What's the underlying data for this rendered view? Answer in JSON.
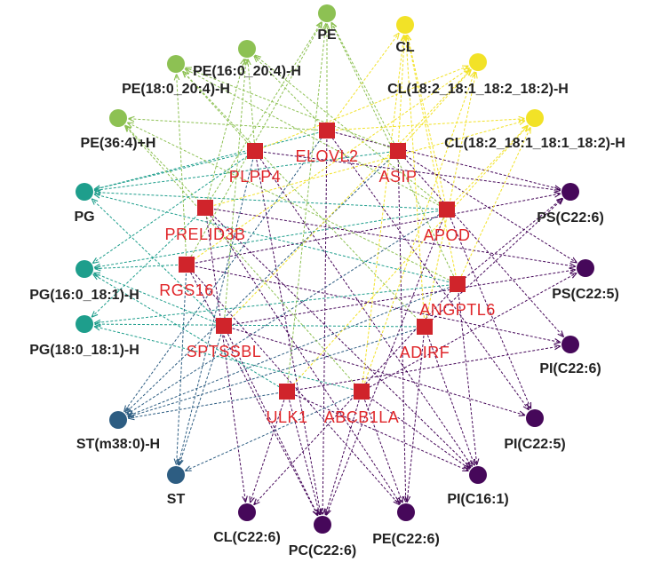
{
  "colors": {
    "background": "#ffffff",
    "gene_fill": "#d0242b",
    "gene_label": "#e0262a",
    "lipid_label": "#222222"
  },
  "genes": [
    {
      "id": "ELOVL2",
      "label": "ELOVL2"
    },
    {
      "id": "PLPP4",
      "label": "PLPP4"
    },
    {
      "id": "ASIP",
      "label": "ASIP"
    },
    {
      "id": "PRELID3B",
      "label": "PRELID3B"
    },
    {
      "id": "APOD",
      "label": "APOD"
    },
    {
      "id": "RGS16",
      "label": "RGS16"
    },
    {
      "id": "ANGPTL6",
      "label": "ANGPTL6"
    },
    {
      "id": "SPTSSBL",
      "label": "SPTSSBL"
    },
    {
      "id": "ADIRF",
      "label": "ADIRF"
    },
    {
      "id": "ULK1",
      "label": "ULK1"
    },
    {
      "id": "ABCB1LA",
      "label": "ABCB1LA"
    }
  ],
  "lipids": [
    {
      "id": "PE",
      "label": "PE",
      "color": "#8dc153"
    },
    {
      "id": "PE_16_0_20_4",
      "label": "PE(16:0_20:4)-H",
      "color": "#8dc153"
    },
    {
      "id": "PE_18_0_20_4",
      "label": "PE(18:0_20:4)-H",
      "color": "#8dc153"
    },
    {
      "id": "PE_36_4",
      "label": "PE(36:4)+H",
      "color": "#8dc153"
    },
    {
      "id": "CL",
      "label": "CL",
      "color": "#f2e227"
    },
    {
      "id": "CL_18_2_a",
      "label": "CL(18:2_18:1_18:2_18:2)-H",
      "color": "#f2e227"
    },
    {
      "id": "CL_18_2_b",
      "label": "CL(18:2_18:1_18:1_18:2)-H",
      "color": "#f2e227"
    },
    {
      "id": "PG",
      "label": "PG",
      "color": "#1e9e8c"
    },
    {
      "id": "PG_16_0_18_1",
      "label": "PG(16:0_18:1)-H",
      "color": "#1e9e8c"
    },
    {
      "id": "PG_18_0_18_1",
      "label": "PG(18:0_18:1)-H",
      "color": "#1e9e8c"
    },
    {
      "id": "ST_m38_0",
      "label": "ST(m38:0)-H",
      "color": "#2d5d82"
    },
    {
      "id": "ST",
      "label": "ST",
      "color": "#2d5d82"
    },
    {
      "id": "CL_C22_6",
      "label": "CL(C22:6)",
      "color": "#46085a"
    },
    {
      "id": "PC_C22_6",
      "label": "PC(C22:6)",
      "color": "#46085a"
    },
    {
      "id": "PE_C22_6",
      "label": "PE(C22:6)",
      "color": "#46085a"
    },
    {
      "id": "PI_C16_1",
      "label": "PI(C16:1)",
      "color": "#46085a"
    },
    {
      "id": "PI_C22_5",
      "label": "PI(C22:5)",
      "color": "#46085a"
    },
    {
      "id": "PI_C22_6",
      "label": "PI(C22:6)",
      "color": "#46085a"
    },
    {
      "id": "PS_C22_5",
      "label": "PS(C22:5)",
      "color": "#46085a"
    },
    {
      "id": "PS_C22_6",
      "label": "PS(C22:6)",
      "color": "#46085a"
    }
  ],
  "edges": [
    [
      "ELOVL2",
      "PE"
    ],
    [
      "ELOVL2",
      "PE_16_0_20_4"
    ],
    [
      "ELOVL2",
      "PE_36_4"
    ],
    [
      "ELOVL2",
      "CL"
    ],
    [
      "ELOVL2",
      "CL_18_2_b"
    ],
    [
      "ELOVL2",
      "PG"
    ],
    [
      "ELOVL2",
      "ST_m38_0"
    ],
    [
      "ELOVL2",
      "PS_C22_6"
    ],
    [
      "ELOVL2",
      "PI_C22_5"
    ],
    [
      "ELOVL2",
      "PC_C22_6"
    ],
    [
      "PLPP4",
      "PE_16_0_20_4"
    ],
    [
      "PLPP4",
      "PE_18_0_20_4"
    ],
    [
      "PLPP4",
      "CL_18_2_a"
    ],
    [
      "PLPP4",
      "PG"
    ],
    [
      "PLPP4",
      "PG_16_0_18_1"
    ],
    [
      "PLPP4",
      "PS_C22_6"
    ],
    [
      "PLPP4",
      "PI_C16_1"
    ],
    [
      "PLPP4",
      "PC_C22_6"
    ],
    [
      "PLPP4",
      "ST"
    ],
    [
      "ASIP",
      "PE"
    ],
    [
      "ASIP",
      "PE_18_0_20_4"
    ],
    [
      "ASIP",
      "CL"
    ],
    [
      "ASIP",
      "CL_18_2_a"
    ],
    [
      "ASIP",
      "PG"
    ],
    [
      "ASIP",
      "PS_C22_5"
    ],
    [
      "ASIP",
      "PI_C22_6"
    ],
    [
      "ASIP",
      "PE_C22_6"
    ],
    [
      "ASIP",
      "ST_m38_0"
    ],
    [
      "PRELID3B",
      "PE"
    ],
    [
      "PRELID3B",
      "PE_16_0_20_4"
    ],
    [
      "PRELID3B",
      "PE_36_4"
    ],
    [
      "PRELID3B",
      "CL_18_2_b"
    ],
    [
      "PRELID3B",
      "PG_18_0_18_1"
    ],
    [
      "PRELID3B",
      "PS_C22_5"
    ],
    [
      "PRELID3B",
      "PI_C16_1"
    ],
    [
      "PRELID3B",
      "PE_C22_6"
    ],
    [
      "PRELID3B",
      "CL_C22_6"
    ],
    [
      "APOD",
      "PE_16_0_20_4"
    ],
    [
      "APOD",
      "PE_18_0_20_4"
    ],
    [
      "APOD",
      "CL"
    ],
    [
      "APOD",
      "CL_18_2_b"
    ],
    [
      "APOD",
      "PG"
    ],
    [
      "APOD",
      "PG_16_0_18_1"
    ],
    [
      "APOD",
      "PI_C22_5"
    ],
    [
      "APOD",
      "PC_C22_6"
    ],
    [
      "APOD",
      "ST_m38_0"
    ],
    [
      "RGS16",
      "PE"
    ],
    [
      "RGS16",
      "PE_18_0_20_4"
    ],
    [
      "RGS16",
      "CL_18_2_a"
    ],
    [
      "RGS16",
      "PG_16_0_18_1"
    ],
    [
      "RGS16",
      "PS_C22_6"
    ],
    [
      "RGS16",
      "PI_C22_6"
    ],
    [
      "RGS16",
      "PC_C22_6"
    ],
    [
      "RGS16",
      "ST"
    ],
    [
      "RGS16",
      "PE_C22_6"
    ],
    [
      "ANGPTL6",
      "PE"
    ],
    [
      "ANGPTL6",
      "PE_36_4"
    ],
    [
      "ANGPTL6",
      "CL"
    ],
    [
      "ANGPTL6",
      "CL_18_2_b"
    ],
    [
      "ANGPTL6",
      "PG"
    ],
    [
      "ANGPTL6",
      "PG_18_0_18_1"
    ],
    [
      "ANGPTL6",
      "ST_m38_0"
    ],
    [
      "ANGPTL6",
      "PI_C16_1"
    ],
    [
      "ANGPTL6",
      "CL_C22_6"
    ],
    [
      "ANGPTL6",
      "PS_C22_6"
    ],
    [
      "SPTSSBL",
      "PE_16_0_20_4"
    ],
    [
      "SPTSSBL",
      "CL_18_2_a"
    ],
    [
      "SPTSSBL",
      "PG"
    ],
    [
      "SPTSSBL",
      "PG_16_0_18_1"
    ],
    [
      "SPTSSBL",
      "PS_C22_5"
    ],
    [
      "SPTSSBL",
      "PI_C22_5"
    ],
    [
      "SPTSSBL",
      "PC_C22_6"
    ],
    [
      "SPTSSBL",
      "ST"
    ],
    [
      "ADIRF",
      "PE_18_0_20_4"
    ],
    [
      "ADIRF",
      "CL"
    ],
    [
      "ADIRF",
      "CL_18_2_a"
    ],
    [
      "ADIRF",
      "PG_18_0_18_1"
    ],
    [
      "ADIRF",
      "ST_m38_0"
    ],
    [
      "ADIRF",
      "PI_C16_1"
    ],
    [
      "ADIRF",
      "PE_C22_6"
    ],
    [
      "ADIRF",
      "PS_C22_6"
    ],
    [
      "ULK1",
      "PE"
    ],
    [
      "ULK1",
      "CL_18_2_b"
    ],
    [
      "ULK1",
      "PG_16_0_18_1"
    ],
    [
      "ULK1",
      "ST_m38_0"
    ],
    [
      "ULK1",
      "PI_C22_6"
    ],
    [
      "ULK1",
      "PC_C22_6"
    ],
    [
      "ULK1",
      "CL_C22_6"
    ],
    [
      "ULK1",
      "PI_C16_1"
    ],
    [
      "ABCB1LA",
      "PE_36_4"
    ],
    [
      "ABCB1LA",
      "CL"
    ],
    [
      "ABCB1LA",
      "CL_18_2_a"
    ],
    [
      "ABCB1LA",
      "PG_18_0_18_1"
    ],
    [
      "ABCB1LA",
      "ST"
    ],
    [
      "ABCB1LA",
      "PI_C16_1"
    ],
    [
      "ABCB1LA",
      "PC_C22_6"
    ],
    [
      "ABCB1LA",
      "PE_C22_6"
    ],
    [
      "ABCB1LA",
      "PS_C22_5"
    ]
  ]
}
